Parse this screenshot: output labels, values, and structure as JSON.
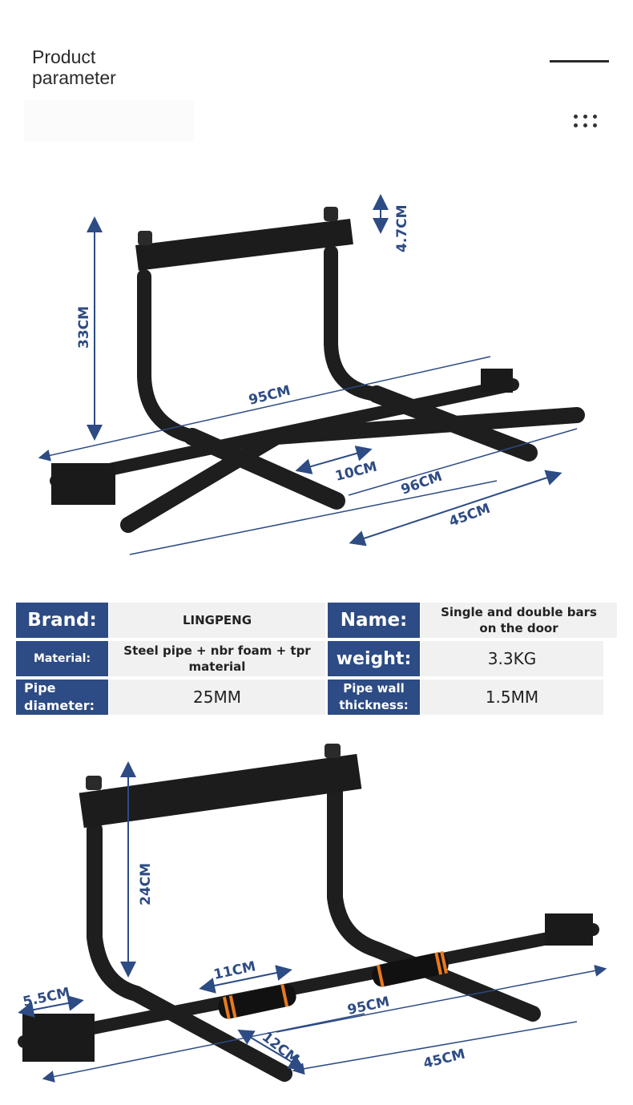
{
  "header": {
    "title_line1": "Product",
    "title_line2": "parameter"
  },
  "icons": {
    "menu": "dots-grid-icon",
    "line": "header-rule"
  },
  "colors": {
    "accent": "#2d4b84",
    "label_text": "#ffffff",
    "value_bg": "#f1f1f1",
    "frame": "#1e1e1e",
    "foam_stripe": "#e87a1e"
  },
  "product_image_1": {
    "dimensions": {
      "height": "33CM",
      "bracket": "4.7CM",
      "width_top": "95CM",
      "grip_spacing": "10CM",
      "length": "96CM",
      "depth": "45CM"
    }
  },
  "specs": {
    "brand_label": "Brand:",
    "brand_value": "LINGPENG",
    "name_label": "Name:",
    "name_value": "Single and double bars on the door",
    "material_label": "Material:",
    "material_value": "Steel pipe + nbr foam + tpr material",
    "weight_label": "weight:",
    "weight_value": "3.3KG",
    "pipe_diameter_label": "Pipe diameter:",
    "pipe_diameter_value": "25MM",
    "wall_thickness_label": "Pipe wall thickness:",
    "wall_thickness_value": "1.5MM"
  },
  "product_image_2": {
    "dimensions": {
      "height": "24CM",
      "foam_length": "11CM",
      "hook": "5.5CM",
      "length": "95CM",
      "grip_offset": "12CM",
      "depth": "45CM"
    }
  }
}
